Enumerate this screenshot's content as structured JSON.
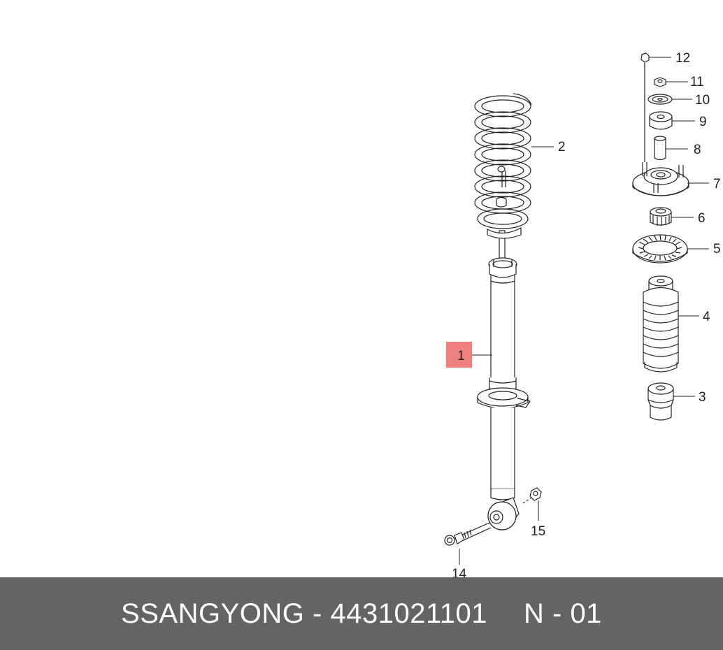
{
  "callouts": {
    "c1": "1",
    "c2": "2",
    "c3": "3",
    "c4": "4",
    "c5": "5",
    "c6": "6",
    "c7": "7",
    "c8": "8",
    "c9": "9",
    "c10": "10",
    "c11": "11",
    "c12": "12",
    "c14": "14",
    "c15": "15"
  },
  "highlight": {
    "part": "1",
    "color": "#f08080"
  },
  "footer": {
    "brand": "SSANGYONG",
    "separator": "-",
    "part_number": "4431021101",
    "position_label": "N",
    "position_separator": "-",
    "position_number": "01",
    "background": "#646464"
  }
}
